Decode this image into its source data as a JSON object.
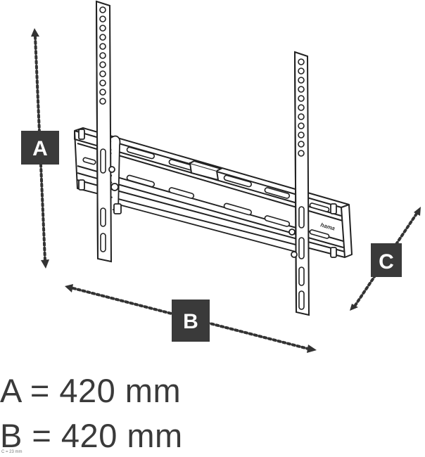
{
  "labels": {
    "a": "A",
    "b": "B",
    "c": "C"
  },
  "brand": "hama",
  "dimensions": {
    "a_text": "A = 420 mm",
    "b_text": "B = 420 mm",
    "c_text": "C = 23 mm"
  },
  "colors": {
    "line": "#222222",
    "label_box": "#3a3a3a",
    "label_text": "#ffffff"
  }
}
